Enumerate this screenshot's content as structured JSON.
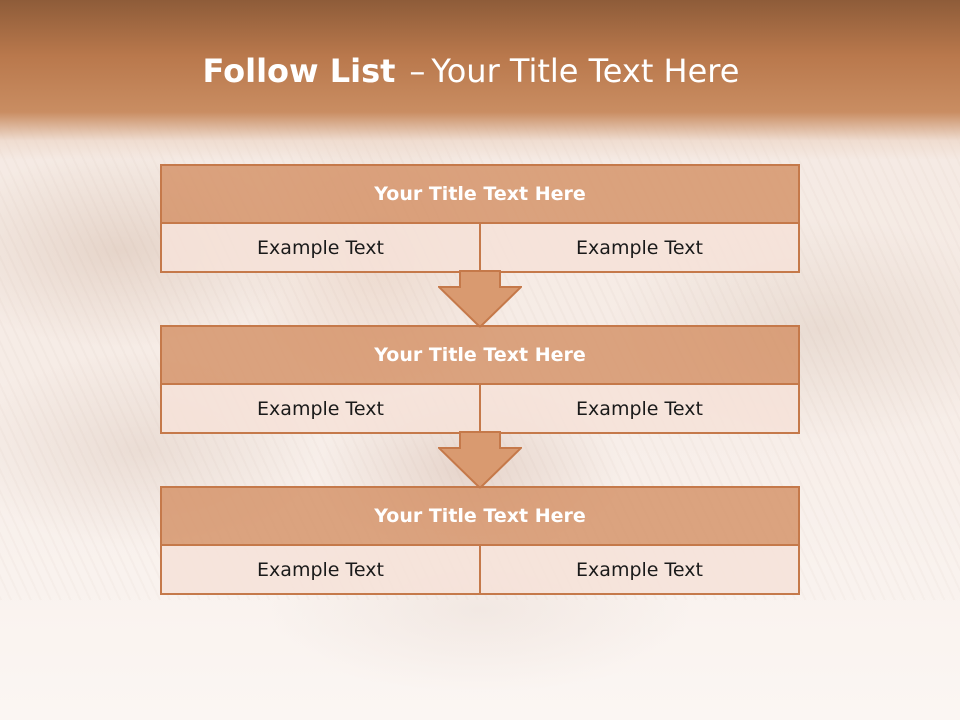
{
  "title": {
    "bold": "Follow List",
    "dash": "–",
    "rest": "Your Title Text Here"
  },
  "blocks": [
    {
      "header": "Your Title Text Here",
      "left": "Example Text",
      "right": "Example Text"
    },
    {
      "header": "Your Title Text Here",
      "left": "Example Text",
      "right": "Example Text"
    },
    {
      "header": "Your Title Text Here",
      "left": "Example Text",
      "right": "Example Text"
    }
  ],
  "colors": {
    "header_band": "#b9784c",
    "box_border": "#c5794a",
    "box_header_fill": "#d28c5f",
    "cell_fill": "#f5e1d7"
  },
  "icons": [
    "down-arrow-icon",
    "down-arrow-icon"
  ]
}
